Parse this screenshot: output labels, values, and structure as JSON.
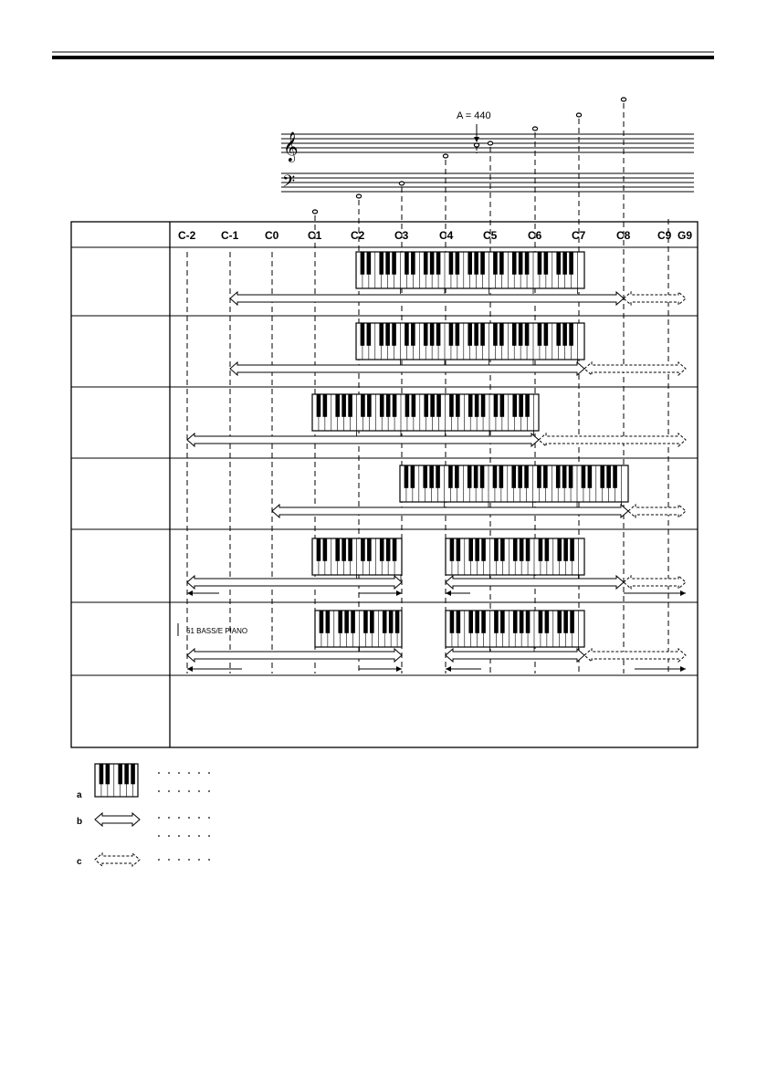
{
  "diagram": {
    "pitch_reference": "A = 440",
    "note_labels": [
      "C-2",
      "C-1",
      "C0",
      "C1",
      "C2",
      "C3",
      "C4",
      "C5",
      "C6",
      "C7",
      "C8",
      "C9",
      "G9"
    ],
    "row6_label": "61 BASS/E PIANO",
    "legend": {
      "a": {
        "letter": "a"
      },
      "b": {
        "letter": "b"
      },
      "c": {
        "letter": "c"
      }
    },
    "staff_notes": [
      "C1",
      "C2",
      "C3",
      "C4",
      "A4",
      "C5",
      "C6",
      "C7",
      "C8"
    ]
  }
}
